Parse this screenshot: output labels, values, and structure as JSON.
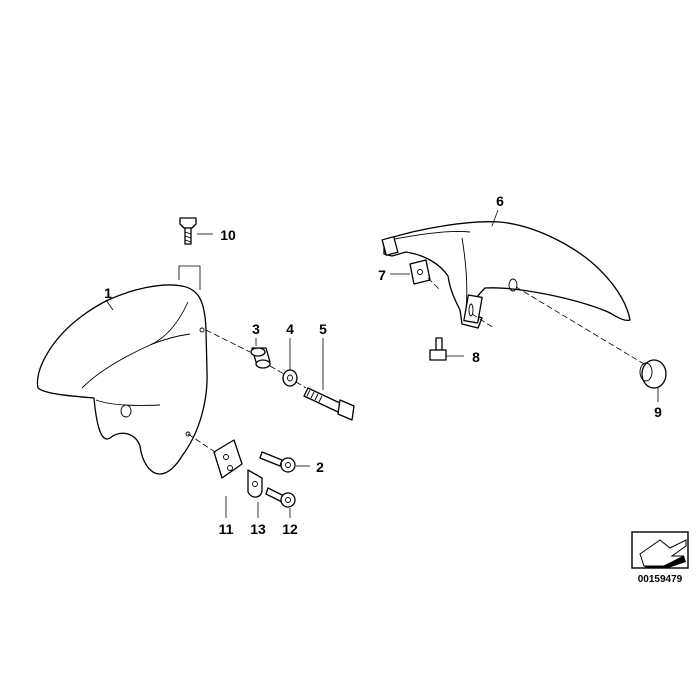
{
  "diagram": {
    "callouts": [
      {
        "id": "c1",
        "text": "1"
      },
      {
        "id": "c2",
        "text": "2"
      },
      {
        "id": "c3",
        "text": "3"
      },
      {
        "id": "c4",
        "text": "4"
      },
      {
        "id": "c5",
        "text": "5"
      },
      {
        "id": "c6",
        "text": "6"
      },
      {
        "id": "c7",
        "text": "7"
      },
      {
        "id": "c8",
        "text": "8"
      },
      {
        "id": "c9",
        "text": "9"
      },
      {
        "id": "c10",
        "text": "10"
      },
      {
        "id": "c11",
        "text": "11"
      },
      {
        "id": "c12",
        "text": "12"
      },
      {
        "id": "c13",
        "text": "13"
      }
    ],
    "reference_code": "00159479",
    "colors": {
      "line": "#000000",
      "background": "#ffffff",
      "part_fill": "#ffffff"
    }
  }
}
